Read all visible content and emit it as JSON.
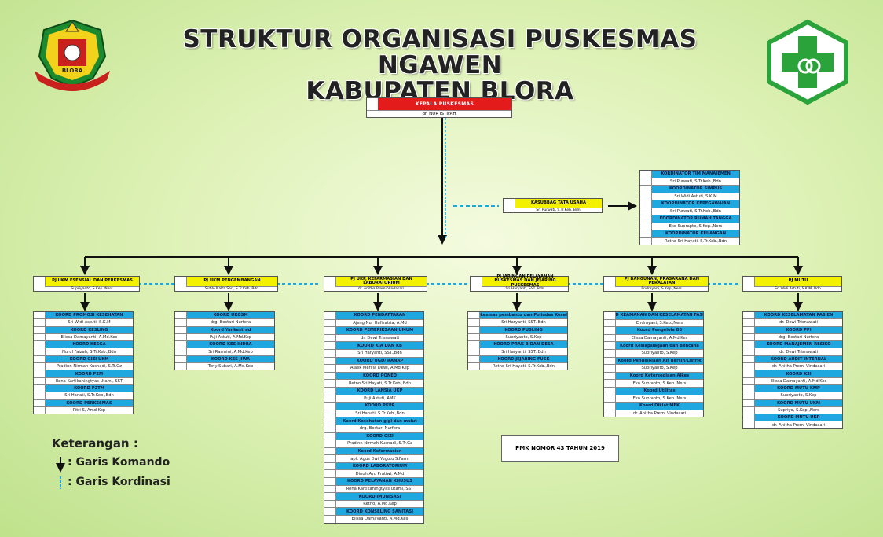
{
  "title": {
    "line1": "STRUKTUR ORGANISASI PUSKESMAS NGAWEN",
    "line2": "KABUPATEN BLORA"
  },
  "logo_left": {
    "icon": "blora-regency-seal-icon",
    "text": "BLORA"
  },
  "logo_right": {
    "icon": "puskesmas-cross-icon"
  },
  "colors": {
    "blue": "#1fa7e0",
    "yellow": "#f3f000",
    "red": "#e41b1b",
    "green": "#2aa33a"
  },
  "kepala": {
    "title": "KEPALA PUSKESMAS",
    "name": "dr. NUR ISTIFAH"
  },
  "kasubbag": {
    "title": "KASUBBAG TATA USAHA",
    "name": "Sri Purwati, S.Tr.Keb.,Bdn"
  },
  "koordinator_tu": [
    {
      "t": "KORDINATOR TIM MANAJEMEN",
      "n": "Sri Purwati, S.Tr.Keb.,Bdn"
    },
    {
      "t": "KOORDINATOR SIMPUS",
      "n": "Sri Widi Astuti, S.K.M"
    },
    {
      "t": "KOORDINATOR KEPEGAWAIAN",
      "n": "Sri Purwati, S.Tr.Keb.,Bdn"
    },
    {
      "t": "KOORDINATOR RUMAH TANGGA",
      "n": "Eko Suprapto, S.Kep.,Ners"
    },
    {
      "t": "KOORDINATOR KEUANGAN",
      "n": "Retno Sri Hayati, S.Tr.Keb.,Bdn"
    }
  ],
  "pj": [
    {
      "title": "PJ UKM ESENSIAL DAN PERKESMAS",
      "name": "Supriyanto, S.Kep.,Ners"
    },
    {
      "title": "PJ UKM PENGEMBANGAN",
      "name": "Sutilo Nalta Sari, S.Tr.Keb.,Bdn"
    },
    {
      "title": "PJ UKP, KEFARMASIAN DAN LABORATORIUM",
      "name": "dr. Anitha Premi Vindasari"
    },
    {
      "title": "PJ JARINGAN PELAYANAN PUSKESMAS DAN JEJARING PUSKESMAS",
      "name": "Sri Haryanti, SST.,Bdn"
    },
    {
      "title": "PJ BANGUNAN, PRASARANA DAN PERALATAN",
      "name": "Endrayani, S.Kep.,Ners"
    },
    {
      "title": "PJ MUTU",
      "name": "Sri Widi Astuti, S.K.M, Bdn"
    }
  ],
  "columns": [
    [
      {
        "t": "KOORD PROMOSI KESEHATAN",
        "n": "Sri Widi Astuti, S.K.M"
      },
      {
        "t": "KOORD KESLING",
        "n": "Elissa Damayanti, A.Md.Kes"
      },
      {
        "t": "KOORD KESGA",
        "n": "Nurul Faizah, S.Tr.Keb.,Bdn"
      },
      {
        "t": "KOORD GIZI UKM",
        "n": "Pradinn Nirmah Kusnadi, S.Tr.Gz"
      },
      {
        "t": "KOORD P2M",
        "n": "Rena Kartikaningtyas Utami, SST"
      },
      {
        "t": "KOORD P2TM",
        "n": "Sri Hanati, S.Tr.Keb.,Bdn"
      },
      {
        "t": "KOORD PERKESMAS",
        "n": "Pitri S, Amd.Kep"
      }
    ],
    [
      {
        "t": "KOORD UKGSM",
        "n": "drg. Bestari Nurfera"
      },
      {
        "t": "Koord Yankestrad",
        "n": "Puji Astuti, A.Md.Kep"
      },
      {
        "t": "KOORD KES INDRA",
        "n": "Sri Rasmini, A.Md.Kep"
      },
      {
        "t": "KOORD KES JIWA",
        "n": "Tony Subari, A.Md.Kep"
      }
    ],
    [
      {
        "t": "KOORD PENDAFTARAN",
        "n": "Ajeng Nur Hafizatria, A.Md"
      },
      {
        "t": "KOORD PEMERIKSAAN UMUM",
        "n": "dr. Dewi Trisnawati"
      },
      {
        "t": "KOORD KIA DAN KB",
        "n": "Sri Haryanti, SST.,Bdn"
      },
      {
        "t": "KOORD UGD/ RANAP",
        "n": "Alaek Merilla Dewi, A.Md.Kep"
      },
      {
        "t": "KOORD PONED",
        "n": "Retno Sri Hayati, S.Tr.Keb.,Bdn"
      },
      {
        "t": "KOORD LANSIA UKP",
        "n": "Puji Astuti, AMK"
      },
      {
        "t": "KOORD PKPR",
        "n": "Sri Hanati, S.Tr.Keb.,Bdn"
      },
      {
        "t": "Koord Kesehatan gigi dan mulut",
        "n": "drg. Bestari Nurfera"
      },
      {
        "t": "KOORD GIZI",
        "n": "Pradinn Nirmah Kusnadi, S.Tr.Gz"
      },
      {
        "t": "Koord Kefarmasian",
        "n": "apt. Agus Dwi Yugoto S.Farm"
      },
      {
        "t": "KOORD LABORATORIUM",
        "n": "Dinoh Ayu Pratiwi, A.Md"
      },
      {
        "t": "KOORD PELAYANAN KHUSUS",
        "n": "Rena Kartikaningtyas Utami, SST"
      },
      {
        "t": "KOORD IMUNISASI",
        "n": "Retno, A.Md.Kep"
      },
      {
        "t": "KOORD KONSELING SANITASI",
        "n": "Elissa Damayanti, A.Md.Kes"
      }
    ],
    [
      {
        "t": "Koord. Puskesmas pembantu dan Polindes Kesehatan Desa",
        "n": "Sri Haryanti, SST.,Bdn"
      },
      {
        "t": "KOORD PUSLING",
        "n": "Supriyanto, S.Kep"
      },
      {
        "t": "KOORD PRAK BIDAN DESA",
        "n": "Sri Haryanti, SST.,Bdn"
      },
      {
        "t": "KOORD JEJARING FUSK",
        "n": "Retno Sri Hayati, S.Tr.Keb.,Bdn"
      }
    ],
    [
      {
        "t": "KOORD KEAMANAN DAN KESELAMATAN FASILITAS",
        "n": "Endrayani, S.Kep.,Ners"
      },
      {
        "t": "Koord Pengelola B3",
        "n": "Elissa Damayanti, A.Md.Kes"
      },
      {
        "t": "Koord Kesiapsiagaan dan Bencana",
        "n": "Supriyanto, S.Kep"
      },
      {
        "t": "Koord Pengelolaan Air Bersih/Listrik",
        "n": "Supriyanto, S.Kep"
      },
      {
        "t": "Koord Ketersediaan Alkes",
        "n": "Eko Suprapto, S.Kep.,Ners"
      },
      {
        "t": "Koord Utilitas",
        "n": "Eko Suprapto, S.Kep.,Ners"
      },
      {
        "t": "Koord Diklat MFK",
        "n": "dr. Anitha Premi Vindasari"
      }
    ],
    [
      {
        "t": "KOORD KESELAMATAN PASIEN",
        "n": "dr. Dewi Trisnawati"
      },
      {
        "t": "KOORD PPI",
        "n": "drg. Bestari Nurfera"
      },
      {
        "t": "KOORD MANAJEMEN RESIKO",
        "n": "dr. Dewi Trisnawati"
      },
      {
        "t": "KOORD AUDIT INTERNAL",
        "n": "dr. Anitha Premi Vindasari"
      },
      {
        "t": "KOORD K3I",
        "n": "Elissa Damayanti, A.Md.Kes"
      },
      {
        "t": "KOORD MUTU KMP",
        "n": "Supriyanto, S.Kep"
      },
      {
        "t": "KOORD MUTU UKM",
        "n": "Supriyo, S.Kep.,Ners"
      },
      {
        "t": "KOORD MUTU UKP",
        "n": "dr. Anitha Premi Vindasari"
      }
    ]
  ],
  "legend": {
    "title": "Keterangan :",
    "komando": ": Garis Komando",
    "kordinasi": ": Garis Kordinasi"
  },
  "pmk": "PMK NOMOR 43 TAHUN 2019"
}
